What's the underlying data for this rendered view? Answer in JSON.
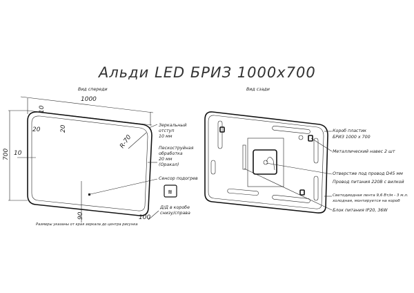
{
  "title": "Альди LED БРИЗ 1000x700",
  "front_view": {
    "label": "Вид спереди",
    "dims": {
      "width": "1000",
      "height": "700",
      "top_offset": "10",
      "side_inner": "20",
      "top_inner": "20",
      "radius": "R-70",
      "side_offset": "10",
      "sensor_bottom": "90",
      "box_side": "100"
    },
    "callouts": {
      "mirror_offset": [
        "Зеркальный",
        "отступ",
        "10 мм"
      ],
      "sandblast": [
        "Пескоструйная",
        "обработка",
        "20 мм",
        "(Оракал)"
      ],
      "sensor": "Сенсор подогрев",
      "junction": [
        "Д/Д в коробе",
        "снизу/справа"
      ]
    },
    "footnote": "Размеры указаны от края зеркала до центра рисунка"
  },
  "back_view": {
    "label": "Вид сзади",
    "callouts": {
      "box": [
        "Короб пластик",
        "БРИЗ 1000 х 700"
      ],
      "hanger": "Металлический навес 2 шт",
      "hole": "Отверстие под провод D45 мм",
      "cable": "Провод питания 220В с вилкой",
      "led": [
        "Светодиодная лента 9,6 Вт/м - 3 м.л.",
        "холодная, монтируется на короб"
      ],
      "psu": "Блок питания IP20, 36W"
    }
  }
}
